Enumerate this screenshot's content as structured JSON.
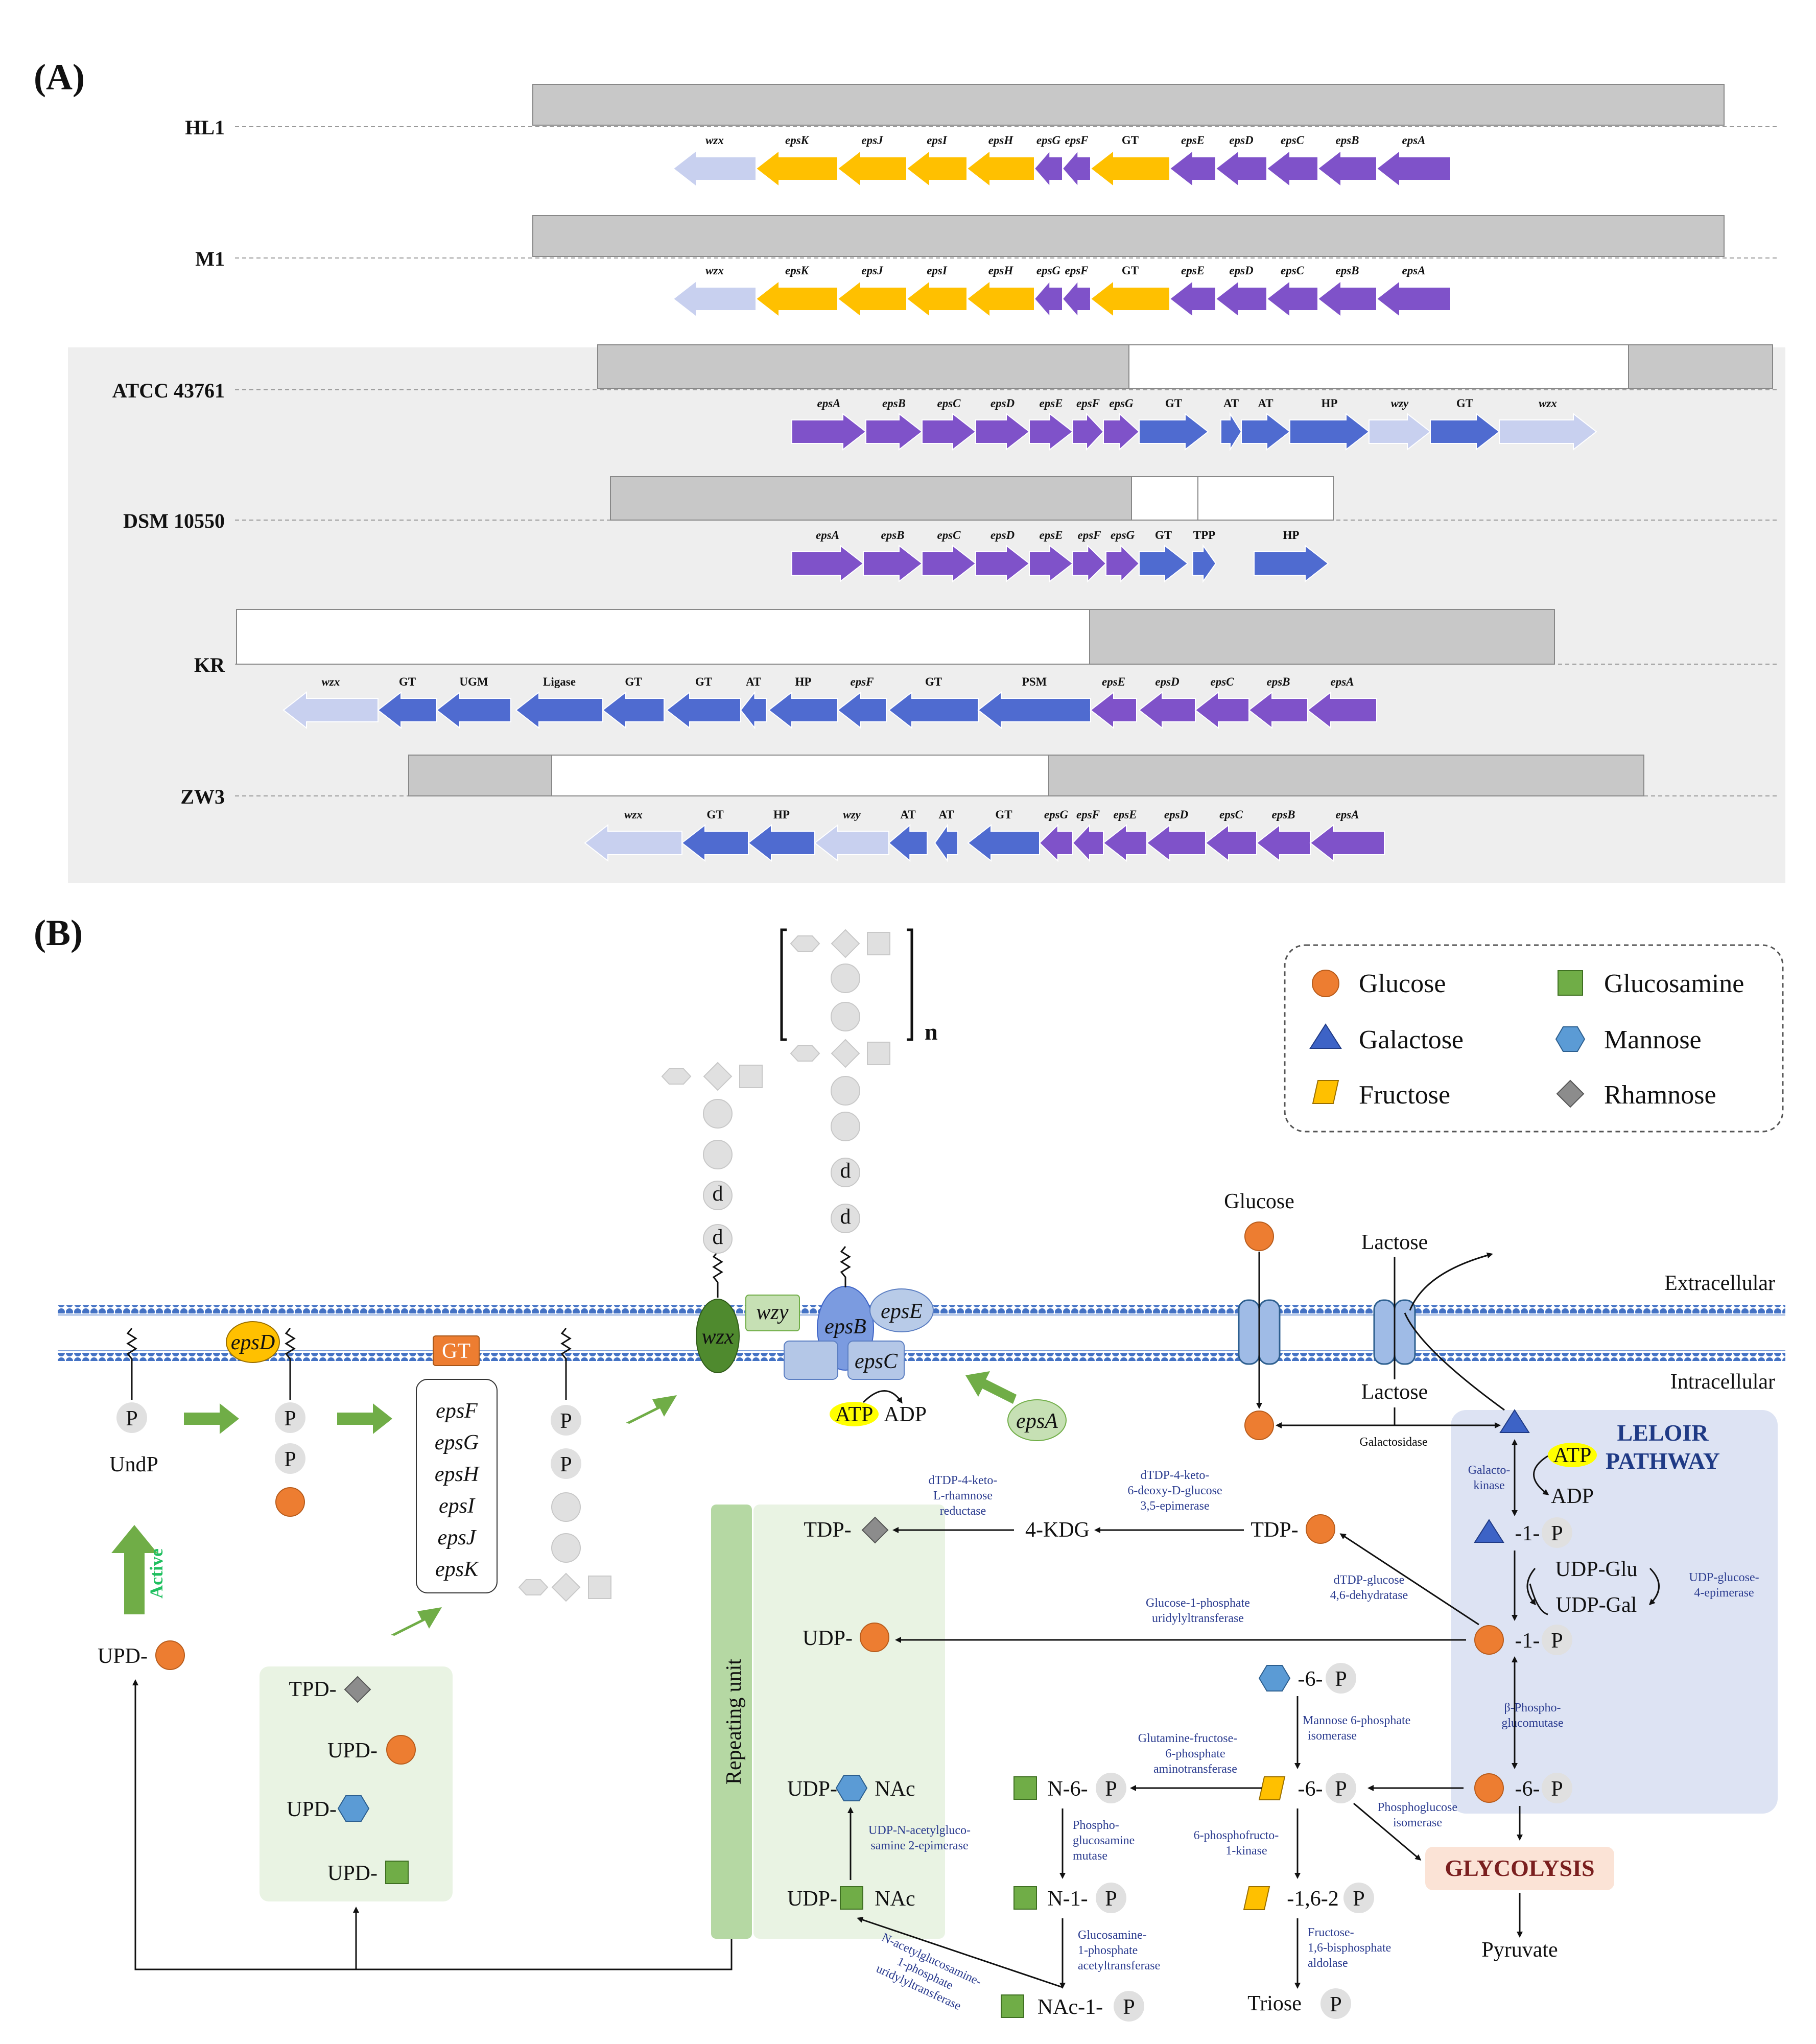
{
  "panel_a": {
    "label": "(A)",
    "strains": [
      {
        "name": "HL1",
        "genes": [
          "wzx",
          "epsK",
          "epsJ",
          "epsI",
          "epsH",
          "epsG",
          "epsF",
          "GT",
          "epsE",
          "epsD",
          "epsC",
          "epsB",
          "epsA"
        ]
      },
      {
        "name": "M1",
        "genes": [
          "wzx",
          "epsK",
          "epsJ",
          "epsI",
          "epsH",
          "epsG",
          "epsF",
          "GT",
          "epsE",
          "epsD",
          "epsC",
          "epsB",
          "epsA"
        ]
      },
      {
        "name": "ATCC 43761",
        "genes": [
          "epsA",
          "epsB",
          "epsC",
          "epsD",
          "epsE",
          "epsF",
          "epsG",
          "GT",
          "AT",
          "AT",
          "HP",
          "wzy",
          "GT",
          "wzx"
        ]
      },
      {
        "name": "DSM 10550",
        "genes": [
          "epsA",
          "epsB",
          "epsC",
          "epsD",
          "epsE",
          "epsF",
          "epsG",
          "GT",
          "TPP",
          "HP"
        ]
      },
      {
        "name": "KR",
        "genes": [
          "wzx",
          "GT",
          "UGM",
          "Ligase",
          "GT",
          "GT",
          "AT",
          "HP",
          "epsF",
          "GT",
          "PSM",
          "epsE",
          "epsD",
          "epsC",
          "epsB",
          "epsA"
        ]
      },
      {
        "name": "ZW3",
        "genes": [
          "wzx",
          "GT",
          "HP",
          "wzy",
          "AT",
          "AT",
          "GT",
          "epsG",
          "epsF",
          "epsE",
          "epsD",
          "epsC",
          "epsB",
          "epsA"
        ]
      }
    ]
  },
  "panel_b": {
    "label": "(B)",
    "legend": [
      "Glucose",
      "Galactose",
      "Fructose",
      "Glucosamine",
      "Mannose",
      "Rhamnose"
    ],
    "compartments": {
      "extracellular": "Extracellular",
      "intracellular": "Intracellular"
    },
    "leloir": [
      "LELOIR",
      "PATHWAY"
    ],
    "glycolysis": "GLYCOLYSIS",
    "pyruvate": "Pyruvate",
    "active": "Active",
    "repeating_unit": "Repeating unit",
    "n": "n",
    "undp": "UndP",
    "p": "P",
    "d": "d",
    "gt": "GT",
    "atp": "ATP",
    "adp": "ADP",
    "glucose": "Glucose",
    "lactose": "Lactose",
    "galactosidase": "Galactosidase",
    "transport_proteins": [
      "wzx",
      "wzy",
      "epsB",
      "epsC",
      "epsD",
      "epsE",
      "epsA"
    ],
    "gt_genes": [
      "epsF",
      "epsG",
      "epsH",
      "epsI",
      "epsJ",
      "epsK"
    ],
    "nucleotide_sugars": {
      "upd_glc": "UPD-",
      "tpd_rha": "TPD-",
      "upd": "UPD-",
      "tdp": "TDP-",
      "udp": "UDP-",
      "udp_nac": "UDP-",
      "nac": "NAc",
      "kdg": "4-KDG"
    },
    "metabolites": {
      "gal1p": "-1-",
      "udp_glu": "UDP-Glu",
      "udp_gal": "UDP-Gal",
      "glc1p": "-1-",
      "glc6p": "-6-",
      "man6p": "-6-",
      "fru6p": "-6-",
      "fru16": "-1,6-2",
      "n6p": "N-6-",
      "n1p": "N-1-",
      "nac1p": "NAc-1-",
      "triose": "Triose"
    },
    "enzymes": {
      "galactokinase": [
        "Galacto-",
        "kinase"
      ],
      "udp_glc_epimerase": [
        "UDP-glucose-",
        "4-epimerase"
      ],
      "phosphoglucomutase": [
        "β-Phospho-",
        "glucomutase"
      ],
      "phosphoglucose_isomerase": [
        "Phosphoglucose",
        "isomerase"
      ],
      "dtdp_dehydratase": [
        "dTDP-glucose",
        "4,6-dehydratase"
      ],
      "dtdp_epimerase": [
        "dTDP-4-keto-",
        "6-deoxy-D-glucose",
        "3,5-epimerase"
      ],
      "dtdp_reductase": [
        "dTDP-4-keto-",
        "L-rhamnose",
        "reductase"
      ],
      "g1p_uridylyltransferase": [
        "Glucose-1-phosphate",
        "uridylyltransferase"
      ],
      "mannose_isomerase": [
        "Mannose 6-phosphate",
        "isomerase"
      ],
      "gfat": [
        "Glutamine-fructose-",
        "6-phosphate",
        "aminotransferase"
      ],
      "pfk": [
        "6-phosphofructo-",
        "1-kinase"
      ],
      "aldolase": [
        "Fructose-",
        "1,6-bisphosphate",
        "aldolase"
      ],
      "pgm": [
        "Phospho-",
        "glucosamine",
        "mutase"
      ],
      "acetyltransferase": [
        "Glucosamine-",
        "1-phosphate",
        "acetyltransferase"
      ],
      "nac_uridylyltransferase": [
        "N-acetylglucosamine-",
        "1-phosphate",
        "uridylyltransferase"
      ],
      "nac_epimerase": [
        "UDP-N-acetylgluco-",
        "samine 2-epimerase"
      ]
    }
  },
  "colors": {
    "purple": "#7f52c9",
    "yellow": "#ffc000",
    "blue": "#4f6bd0",
    "lightblue": "#c8d0ef",
    "grey": "#c8c8c8",
    "orange": "#ed7d31",
    "green": "#70ad47",
    "mannose": "#5b9bd5",
    "rhamnose": "#8c8c8c",
    "membrane": "#4472c4",
    "enzyme_text": "#2a3b8f"
  }
}
